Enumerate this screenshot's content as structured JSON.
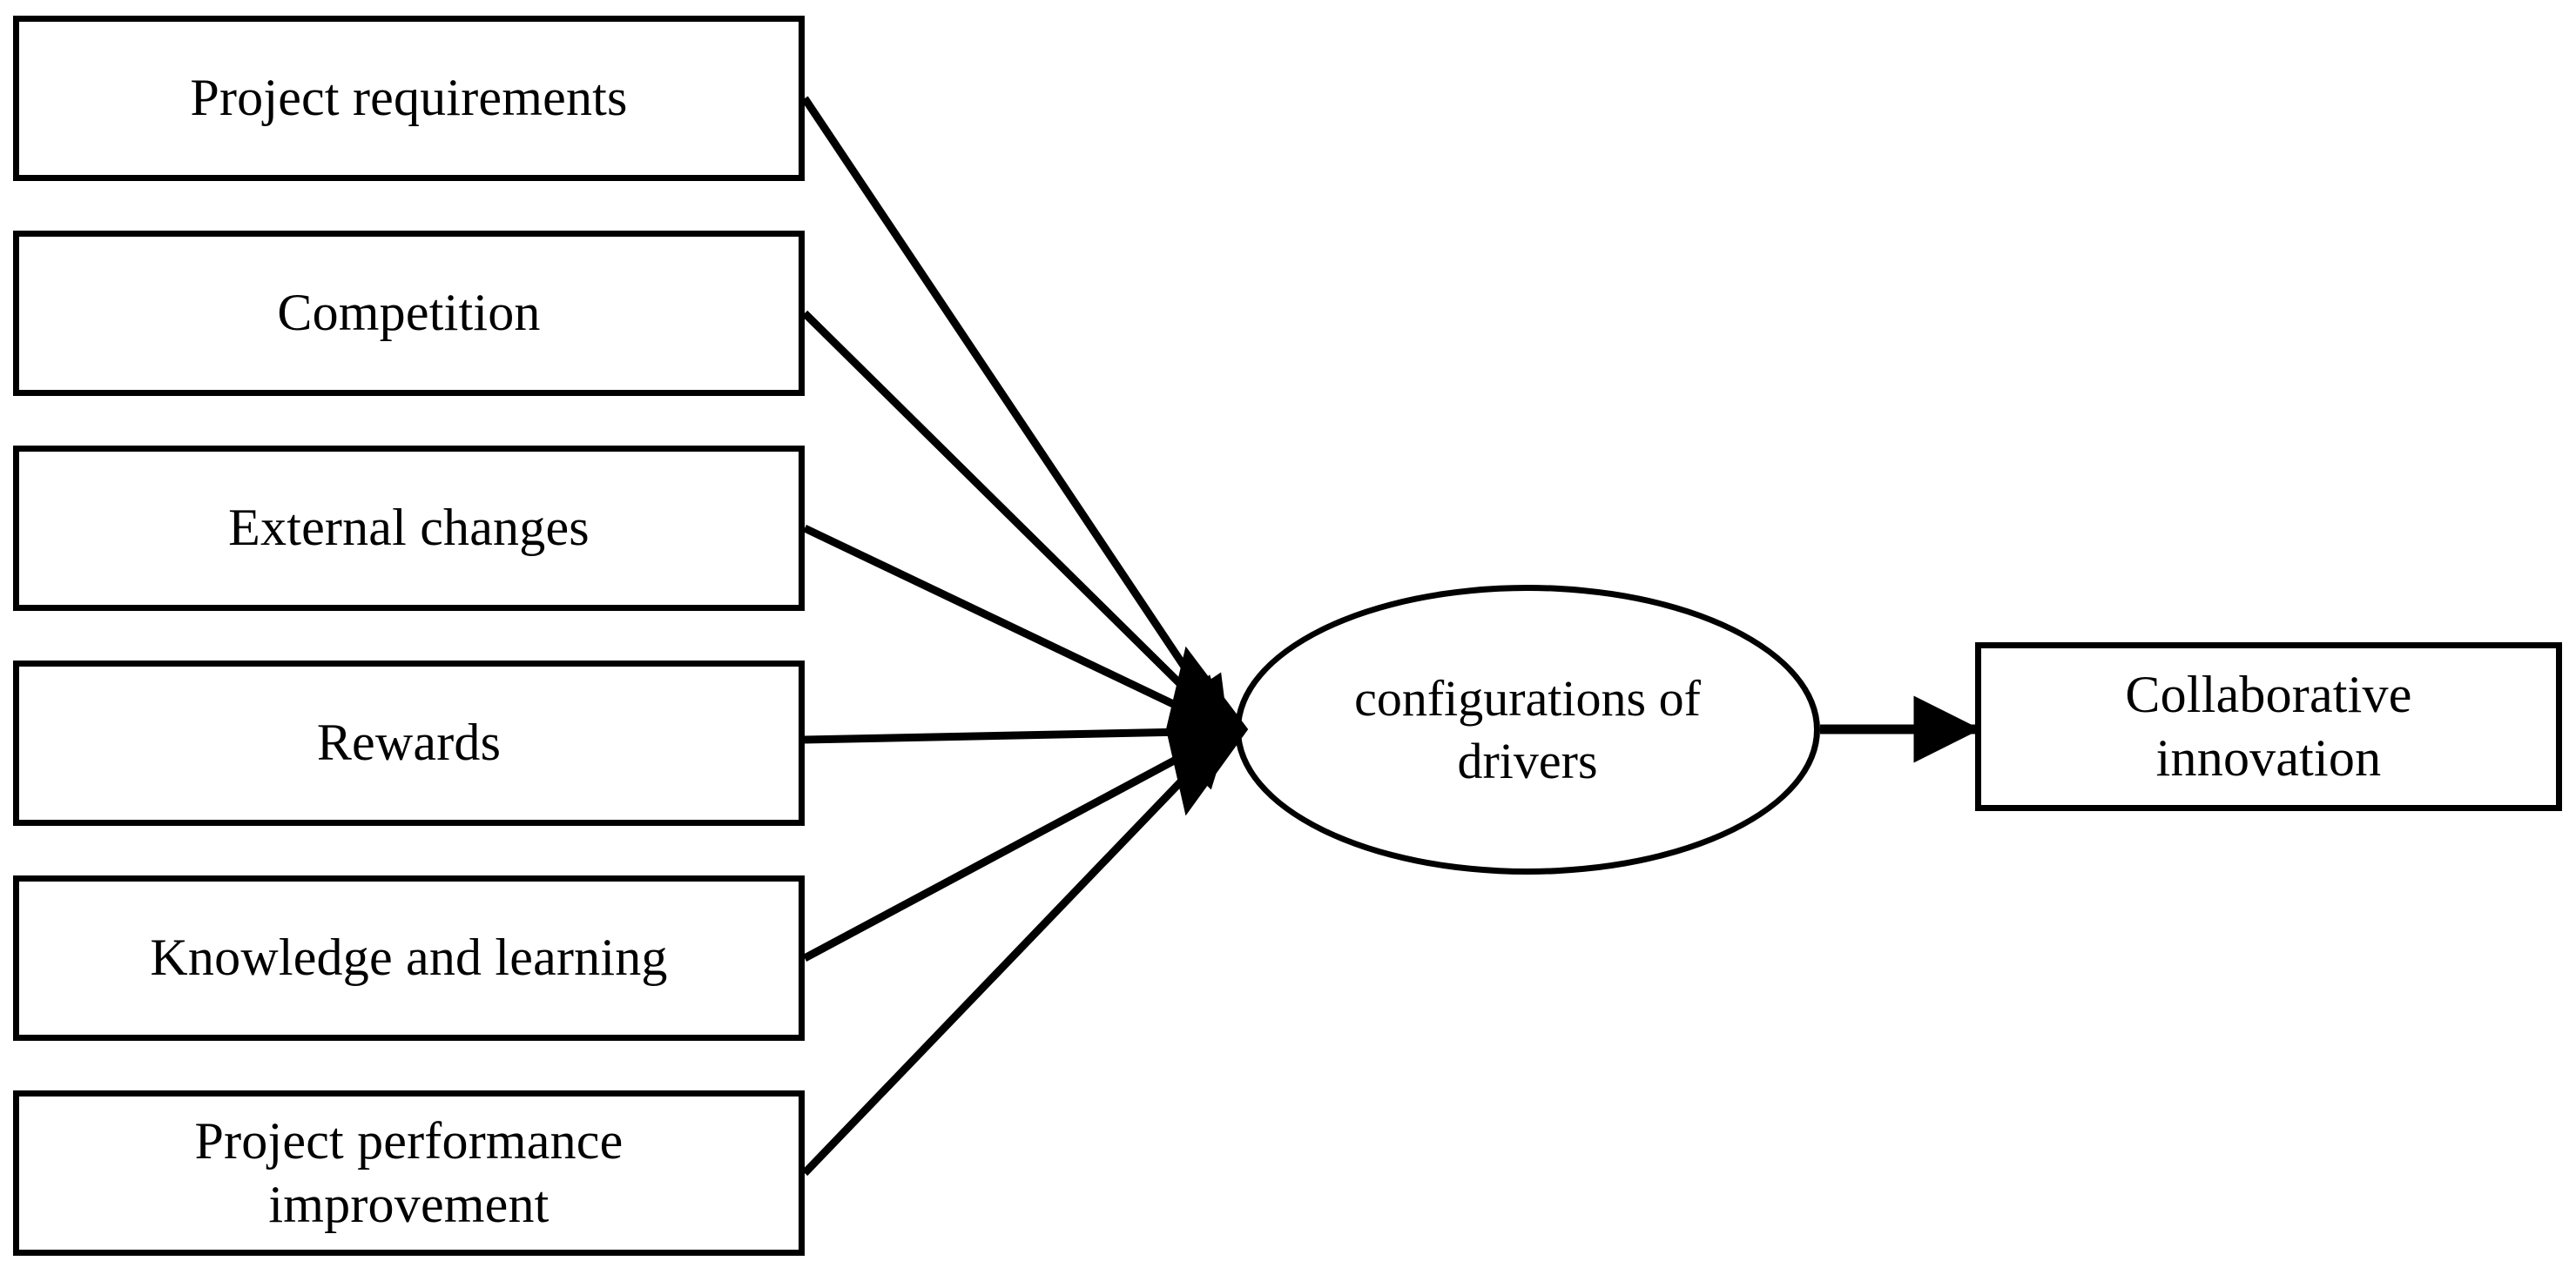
{
  "diagram": {
    "type": "conceptual-framework-diagram",
    "orientation": "left-to-right",
    "background_color": "#ffffff",
    "stroke_color": "#000000",
    "drivers": [
      {
        "id": "project-requirements",
        "label": "Project requirements"
      },
      {
        "id": "competition",
        "label": "Competition"
      },
      {
        "id": "external-changes",
        "label": "External changes"
      },
      {
        "id": "rewards",
        "label": "Rewards"
      },
      {
        "id": "knowledge-and-learning",
        "label": "Knowledge and learning"
      },
      {
        "id": "project-performance-improvement",
        "label": "Project performance\nimprovement"
      }
    ],
    "mediator": {
      "id": "configurations-of-drivers",
      "label": "configurations of\ndrivers",
      "shape": "ellipse"
    },
    "outcome": {
      "id": "collaborative-innovation",
      "label": "Collaborative\ninnovation",
      "shape": "rectangle"
    },
    "edges": [
      {
        "from": "project-requirements",
        "to": "configurations-of-drivers",
        "arrow": "filled-triangle"
      },
      {
        "from": "competition",
        "to": "configurations-of-drivers",
        "arrow": "filled-triangle"
      },
      {
        "from": "external-changes",
        "to": "configurations-of-drivers",
        "arrow": "filled-triangle"
      },
      {
        "from": "rewards",
        "to": "configurations-of-drivers",
        "arrow": "filled-triangle"
      },
      {
        "from": "knowledge-and-learning",
        "to": "configurations-of-drivers",
        "arrow": "filled-triangle"
      },
      {
        "from": "project-performance-improvement",
        "to": "configurations-of-drivers",
        "arrow": "filled-triangle"
      },
      {
        "from": "configurations-of-drivers",
        "to": "collaborative-innovation",
        "arrow": "filled-triangle"
      }
    ]
  }
}
